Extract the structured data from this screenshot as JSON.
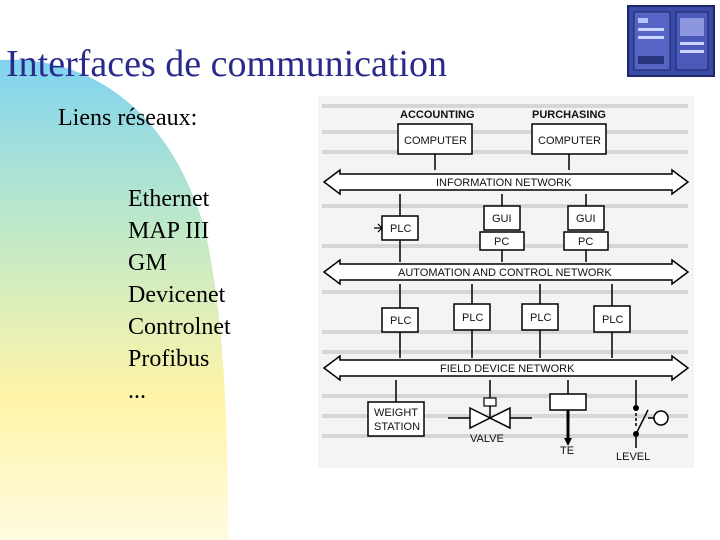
{
  "slide": {
    "title": "Interfaces de communication",
    "subtitle": "Liens réseaux:",
    "networks": [
      "Ethernet",
      "MAP III",
      "GM",
      "Devicenet",
      "Controlnet",
      "Profibus",
      "..."
    ]
  },
  "diagram": {
    "accounting_label": "ACCOUNTING",
    "accounting_box": "COMPUTER",
    "purchasing_label": "PURCHASING",
    "purchasing_box": "COMPUTER",
    "information_network": "INFORMATION NETWORK",
    "plc_top": "PLC",
    "gui_1": "GUI",
    "gui_2": "GUI",
    "pc_1": "PC",
    "pc_2": "PC",
    "automation_network": "AUTOMATION AND CONTROL NETWORK",
    "plc_row": [
      "PLC",
      "PLC",
      "PLC",
      "PLC"
    ],
    "field_network": "FIELD DEVICE NETWORK",
    "weight_station_1": "WEIGHT",
    "weight_station_2": "STATION",
    "valve": "VALVE",
    "te": "TE",
    "level": "LEVEL"
  },
  "colors": {
    "title": "#2a2a8c",
    "swoosh_top": "#7fd3f0",
    "swoosh_bottom": "#fff8b8"
  }
}
